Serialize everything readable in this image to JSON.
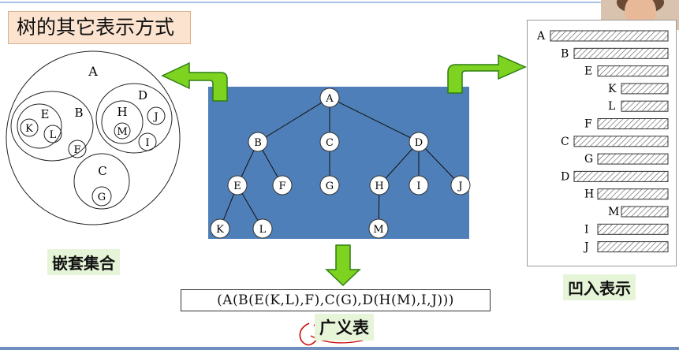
{
  "slide_title": "树的其它表示方式",
  "labels": {
    "nested": "嵌套集合",
    "concave": "凹入表示",
    "generalized": "广义表"
  },
  "generalized_list": "(A(B(E(K,L),F),C(G),D(H(M),I,J)))",
  "tree": {
    "nodes": [
      "A",
      "B",
      "C",
      "D",
      "E",
      "F",
      "G",
      "H",
      "I",
      "J",
      "K",
      "L",
      "M"
    ],
    "edges": [
      [
        "A",
        "B"
      ],
      [
        "A",
        "C"
      ],
      [
        "A",
        "D"
      ],
      [
        "B",
        "E"
      ],
      [
        "B",
        "F"
      ],
      [
        "C",
        "G"
      ],
      [
        "D",
        "H"
      ],
      [
        "D",
        "I"
      ],
      [
        "D",
        "J"
      ],
      [
        "E",
        "K"
      ],
      [
        "E",
        "L"
      ],
      [
        "H",
        "M"
      ]
    ]
  },
  "nested_sets": {
    "outer": "A",
    "sets": [
      "B",
      "C",
      "D",
      "E",
      "F",
      "G",
      "H",
      "I",
      "J",
      "K",
      "L",
      "M"
    ]
  },
  "concave_rows": [
    {
      "label": "A",
      "depth": 0
    },
    {
      "label": "B",
      "depth": 1
    },
    {
      "label": "E",
      "depth": 2
    },
    {
      "label": "K",
      "depth": 3
    },
    {
      "label": "L",
      "depth": 3
    },
    {
      "label": "F",
      "depth": 2
    },
    {
      "label": "C",
      "depth": 1
    },
    {
      "label": "G",
      "depth": 2
    },
    {
      "label": "D",
      "depth": 1
    },
    {
      "label": "H",
      "depth": 2
    },
    {
      "label": "M",
      "depth": 3
    },
    {
      "label": "I",
      "depth": 2
    },
    {
      "label": "J",
      "depth": 2
    }
  ],
  "colors": {
    "tree_bg": "#4f7fb8",
    "arrow": "#7ed321",
    "arrow_stroke": "#2f7d12",
    "title_bg": "#fbe3cf",
    "label_bg": "#e6f4d8",
    "scribble": "#cc1111"
  }
}
